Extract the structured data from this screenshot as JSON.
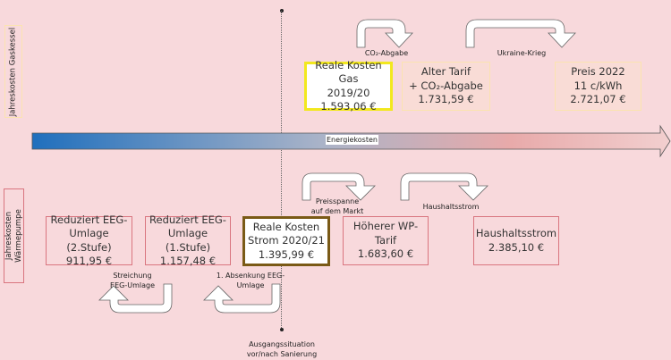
{
  "row_labels": {
    "gas": "Jahreskosten Gaskessel",
    "heatpump_line1": "Jahreskosten",
    "heatpump_line2": "Wärmepumpe"
  },
  "timeline": {
    "label": "Energiekosten",
    "gradient_start": "#1f6fbd",
    "gradient_mid": "#a9b3c8",
    "gradient_end": "#e8aaaa"
  },
  "baseline_marker": {
    "line1": "Ausgangssituation",
    "line2": "vor/nach Sanierung"
  },
  "gas": {
    "boxes": [
      {
        "lines": [
          "Reale Kosten Gas",
          "2019/20",
          "1.593,06 €"
        ],
        "highlight": true
      },
      {
        "lines": [
          "Alter Tarif",
          "+ CO₂-Abgabe",
          "1.731,59 €"
        ],
        "highlight": false
      },
      {
        "lines": [
          "Preis 2022",
          "11 c/kWh",
          "2.721,07 €"
        ],
        "highlight": false
      }
    ],
    "transitions": [
      {
        "label": "CO₂-Abgabe"
      },
      {
        "label": "Ukraine-Krieg"
      }
    ]
  },
  "heatpump": {
    "boxes": [
      {
        "lines": [
          "Reduziert EEG-",
          "Umlage (2.Stufe)",
          "911,95 €"
        ],
        "highlight": false
      },
      {
        "lines": [
          "Reduziert EEG-",
          "Umlage (1.Stufe)",
          "1.157,48 €"
        ],
        "highlight": false
      },
      {
        "lines": [
          "Reale Kosten",
          "Strom 2020/21",
          "1.395,99 €"
        ],
        "highlight": true
      },
      {
        "lines": [
          "Höherer WP-",
          "Tarif",
          "1.683,60 €"
        ],
        "highlight": false
      },
      {
        "lines": [
          "Haushaltsstrom",
          "2.385,10 €"
        ],
        "highlight": false
      }
    ],
    "transitions": [
      {
        "line1": "Streichung",
        "line2": "EEG-Umlage"
      },
      {
        "line1": "1. Absenkung EEG-",
        "line2": "Umlage"
      },
      {
        "line1": "Preisspanne",
        "line2": "auf dem Markt"
      },
      {
        "line1": "Haushaltsstrom",
        "line2": ""
      }
    ]
  },
  "colors": {
    "background": "#f8d9dc",
    "gas_highlight_border": "#f2e81e",
    "gas_box_border": "#fbe3b0",
    "wp_box_border": "#d9757f",
    "wp_highlight_border": "#7a5a16"
  }
}
